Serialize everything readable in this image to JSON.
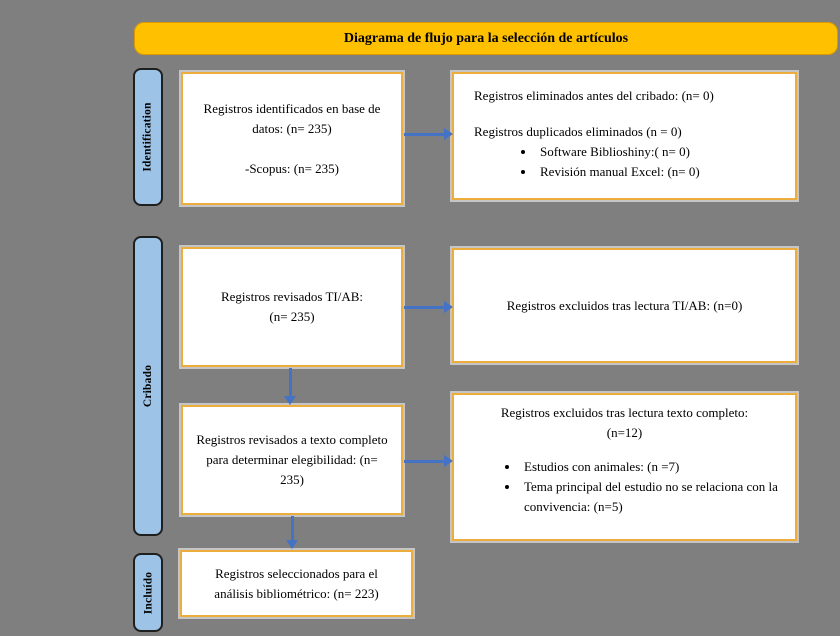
{
  "title": "Diagrama de flujo para la selección de artículos",
  "stages": [
    {
      "label": "Identification"
    },
    {
      "label": "Cribado"
    },
    {
      "label": "Incluído"
    }
  ],
  "boxes": {
    "identified": {
      "line1": "Registros identificados en base de datos: (n= 235)",
      "line2": "-Scopus: (n= 235)"
    },
    "removed_before_screening": {
      "line1": "Registros eliminados antes del cribado: (n= 0)",
      "line2": "Registros duplicados eliminados (n = 0)",
      "bullets": [
        "Software Biblioshiny:( n= 0)",
        "Revisión manual Excel: (n= 0)"
      ]
    },
    "screened_tiab": {
      "line1": "Registros revisados TI/AB:",
      "line2": "(n= 235)"
    },
    "excluded_tiab": {
      "line1": "Registros excluidos tras lectura TI/AB: (n=0)"
    },
    "fulltext_reviewed": {
      "line1": "Registros revisados a texto completo para determinar elegibilidad: (n= 235)"
    },
    "excluded_fulltext": {
      "line1": "Registros excluidos tras lectura texto completo:",
      "line2": "(n=12)",
      "bullets": [
        "Estudios con animales: (n =7)",
        "Tema principal del estudio no se relaciona con la convivencia: (n=5)"
      ]
    },
    "included": {
      "line1": "Registros seleccionados para el análisis bibliométrico: (n= 223)"
    }
  },
  "colors": {
    "background": "#7F7F7F",
    "title_fill": "#FFC000",
    "box_fill": "#FFFFFF",
    "box_border": "#EDAD3C",
    "stage_fill": "#9DC3E6",
    "stage_border": "#1F1F1F",
    "arrow": "#4472C4",
    "text": "#000000"
  }
}
